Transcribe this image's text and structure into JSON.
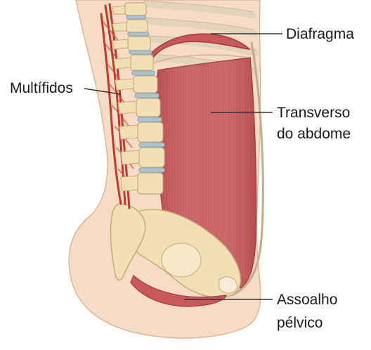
{
  "labels": {
    "diafragma": "Diafragma",
    "multifidos": "Multífidos",
    "transverso_line1": "Transverso",
    "transverso_line2": "do abdome",
    "assoalho_line1": "Assoalho",
    "assoalho_line2": "pélvico"
  },
  "colors": {
    "skin": "#f6dcc5",
    "skin_outline": "#d9b89c",
    "muscle": "#c9585a",
    "muscle_dark": "#a23c40",
    "bone": "#f1dfb6",
    "bone_outline": "#c8aa78",
    "disc": "#a9c3d2",
    "rib": "#ede2cf",
    "text": "#1a1a1a",
    "leader": "#333333"
  },
  "icons": [
    "spine-illustration",
    "muscle-illustration"
  ]
}
